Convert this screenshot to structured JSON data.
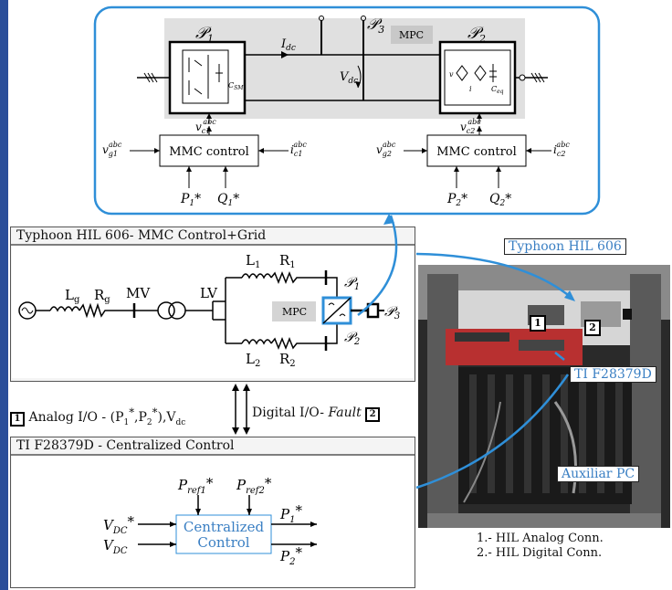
{
  "top_diagram": {
    "p1_label": "𝒫",
    "p1_sub": "1",
    "p2_label": "𝒫",
    "p2_sub": "2",
    "p3_label": "𝒫",
    "p3_sub": "3",
    "mpc_label": "MPC",
    "idc_label": "I",
    "idc_sub": "dc",
    "vdc_label": "V",
    "vdc_sub": "dc",
    "vc1_label": "v",
    "vc1_sub": "c1",
    "vc1_sup": "abc",
    "vc2_label": "v",
    "vc2_sub": "c2",
    "vc2_sup": "abc",
    "csm_label": "C",
    "csm_sub": "SM",
    "ceq_label": "C",
    "ceq_sub": "eq",
    "ic_label": "i",
    "vc_label": "v",
    "left_control": {
      "label": "MMC control",
      "input_left": "v",
      "input_left_sub": "g1",
      "input_left_sup": "abc",
      "input_right": "i",
      "input_right_sub": "c1",
      "input_right_sup": "abc",
      "ref_p": "P",
      "ref_p_sub": "1",
      "ref_q": "Q",
      "ref_q_sub": "1"
    },
    "right_control": {
      "label": "MMC control",
      "input_left": "v",
      "input_left_sub": "g2",
      "input_left_sup": "abc",
      "input_right": "i",
      "input_right_sub": "c2",
      "input_right_sup": "abc",
      "ref_p": "P",
      "ref_p_sub": "2",
      "ref_q": "Q",
      "ref_q_sub": "2"
    }
  },
  "hil_panel": {
    "title": "Typhoon HIL 606- MMC Control+Grid",
    "lg": "L",
    "lg_sub": "g",
    "rg": "R",
    "rg_sub": "g",
    "mv": "MV",
    "lv": "LV",
    "l1": "L",
    "l1_sub": "1",
    "r1": "R",
    "r1_sub": "1",
    "l2": "L",
    "l2_sub": "2",
    "r2": "R",
    "r2_sub": "2",
    "mpc": "MPC",
    "p1": "𝒫",
    "p1_sub": "1",
    "p2": "𝒫",
    "p2_sub": "2",
    "p3": "𝒫",
    "p3_sub": "3"
  },
  "io_legend": {
    "badge1": "1",
    "analog": "Analog I/O - (P",
    "analog_mid": "1",
    "analog_mid2": ",P",
    "analog_mid3": "2",
    "analog_end": "),V",
    "analog_vdc_sub": "dc",
    "digital": "Digital I/O-",
    "fault": "Fault",
    "badge2": "2"
  },
  "ti_panel": {
    "title": "TI F28379D -  Centralized Control",
    "block_line1": "Centralized",
    "block_line2": "Control",
    "pref1": "P",
    "pref1_sub": "ref1",
    "pref2": "P",
    "pref2_sub": "ref2",
    "vdc_ref": "V",
    "vdc_ref_sub": "DC",
    "vdc": "V",
    "vdc_sub": "DC",
    "p1_out": "P",
    "p1_out_sub": "1",
    "p2_out": "P",
    "p2_out_sub": "2"
  },
  "photo": {
    "label_hil": "Typhoon HIL 606",
    "label_ti": "TI F28379D",
    "label_pc": "Auxiliar PC",
    "badge1": "1",
    "badge2": "2"
  },
  "notes": {
    "line1": "1.- HIL Analog Conn.",
    "line2": "2.- HIL Digital Conn."
  },
  "colors": {
    "accent_blue": "#2f8fd8",
    "panel_gray": "#f4f4f4",
    "text_blue": "#3a7fc3"
  }
}
